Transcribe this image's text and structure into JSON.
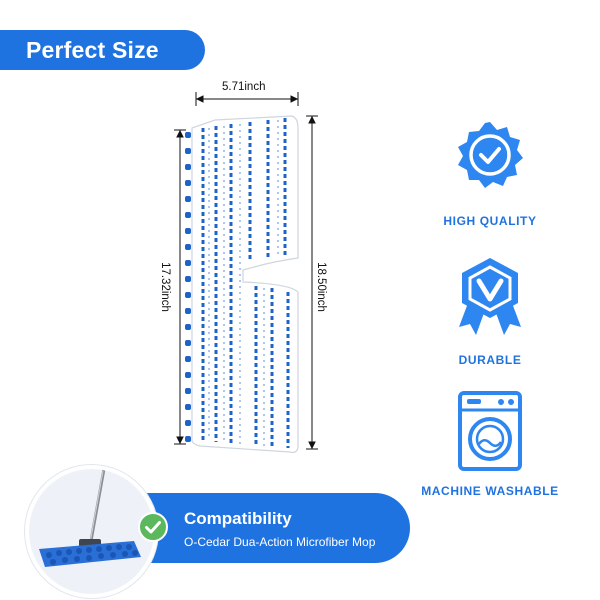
{
  "header": {
    "title": "Perfect Size"
  },
  "dimensions": {
    "width": "5.71inch",
    "inner_length": "17.32inch",
    "outer_length": "18.50inch"
  },
  "features": [
    {
      "label": "HIGH QUALITY",
      "icon": "seal-check-icon"
    },
    {
      "label": "DURABLE",
      "icon": "ribbon-check-icon"
    },
    {
      "label": "MACHINE WASHABLE",
      "icon": "washing-machine-icon"
    }
  ],
  "compatibility": {
    "title": "Compatibility",
    "subtitle": "O-Cedar Dua-Action Microfiber Mop",
    "icon": "check-circle-icon"
  },
  "colors": {
    "brand_blue": "#1f73e0",
    "check_green": "#5cb85c",
    "pad_white": "#ffffff"
  }
}
